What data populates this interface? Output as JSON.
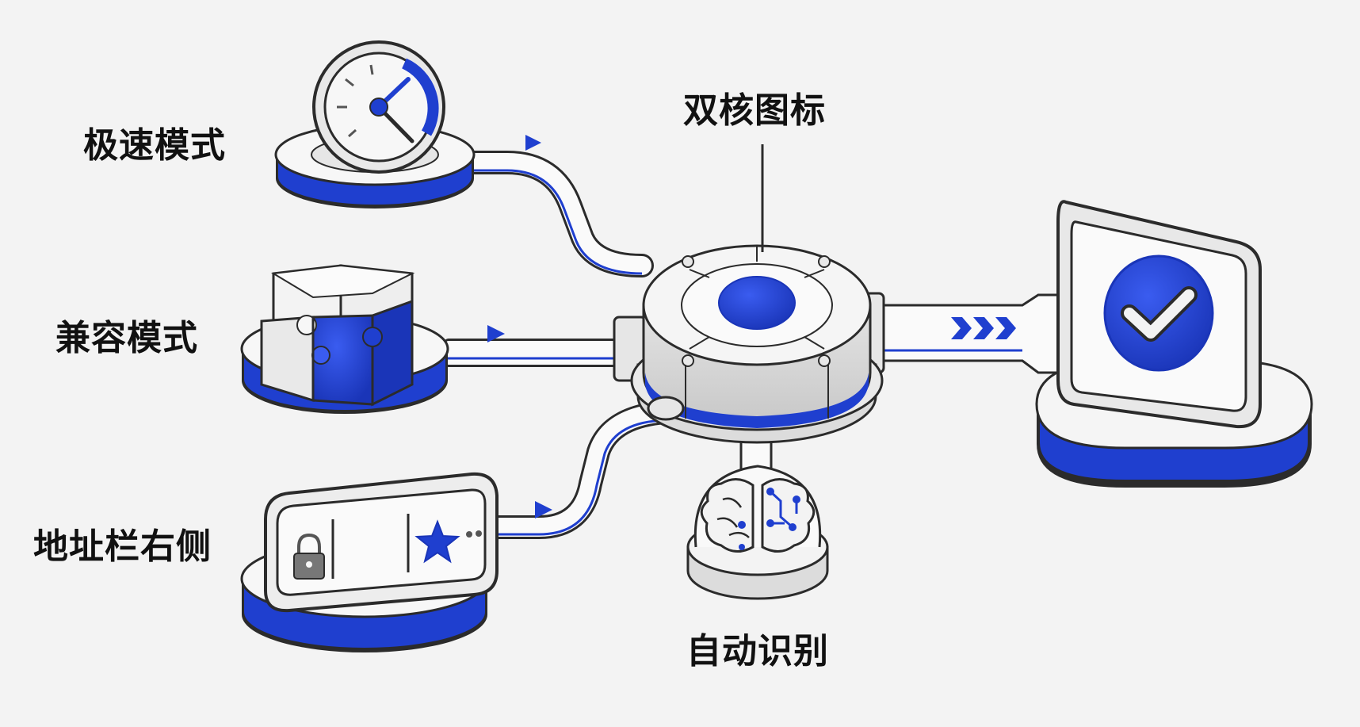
{
  "nodes": {
    "fast_mode": {
      "label": "极速模式",
      "icon": "speedometer-icon"
    },
    "compat_mode": {
      "label": "兼容模式",
      "icon": "puzzle-icon"
    },
    "address_bar": {
      "label": "地址栏右侧",
      "icon": "address-bar-icon"
    },
    "dual_core": {
      "label": "双核图标",
      "icon": "core-hub-icon"
    },
    "auto_detect": {
      "label": "自动识别",
      "icon": "brain-icon"
    },
    "result": {
      "icon": "checkmark-icon"
    }
  },
  "colors": {
    "accent": "#1f3fcf",
    "base_white": "#f7f7f7",
    "outline": "#2b2b2b",
    "background": "#f3f3f3"
  }
}
